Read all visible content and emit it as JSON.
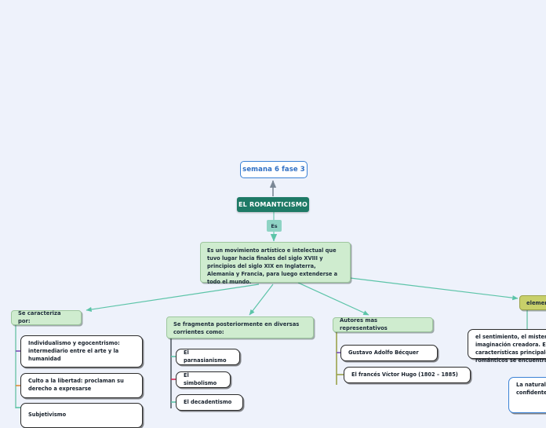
{
  "canvas": {
    "background": "#eef2fb",
    "accent_green": "#cfeccf",
    "accent_teal": "#1e7a66",
    "accent_olive": "#c8d06a",
    "link_color": "#5cc4a8"
  },
  "top_node": {
    "label": "semana 6 fase 3"
  },
  "root_node": {
    "label": "EL ROMANTICISMO"
  },
  "connector_label": {
    "label": "Es"
  },
  "description": {
    "text": "Es un movimiento artístico e intelectual que tuvo lugar  hacia finales del siglo XVIII y principios del siglo XIX en Inglaterra, Alemania y Francia, para luego extenderse a todo el mundo."
  },
  "branches": [
    {
      "id": "caracteristicas",
      "header": "Se caracteriza por:",
      "items": [
        {
          "label": "Individualismo y egocentrismo: intermediario entre el arte y la humanidad",
          "stub_color": "#7b4fb5"
        },
        {
          "label": "Culto a la libertad: proclaman su derecho a expresarse",
          "stub_color": "#e08a3c"
        },
        {
          "label": "Subjetivismo",
          "stub_color": "#5cc4a8"
        }
      ]
    },
    {
      "id": "corrientes",
      "header": "Se fragmenta posteriormente en diversas corrientes como:",
      "items": [
        {
          "label": "El parnasianismo",
          "stub_color": "#5cc4a8"
        },
        {
          "label": "El simbolismo",
          "stub_color": "#d62b56"
        },
        {
          "label": "El decadentismo",
          "stub_color": "#5cc4a8"
        }
      ]
    },
    {
      "id": "autores",
      "header": "Autores mas representativos",
      "items": [
        {
          "label": "Gustavo Adolfo Bécquer",
          "stub_color": "#7b4fb5"
        },
        {
          "label": "El francés Víctor Hugo (1802 – 1885)",
          "stub_color": "#9aa24a"
        }
      ]
    },
    {
      "id": "elementos",
      "header": "elementos",
      "items": [
        {
          "label": "el sentimiento, el misterio y la imaginación creadora. Entre las características principales de los románticos se encuentran",
          "stub_color": "#5cc4a8"
        },
        {
          "label": "La naturaleza se convierte en un confidente del autor",
          "stub_color": "#3b82d6"
        }
      ]
    }
  ]
}
